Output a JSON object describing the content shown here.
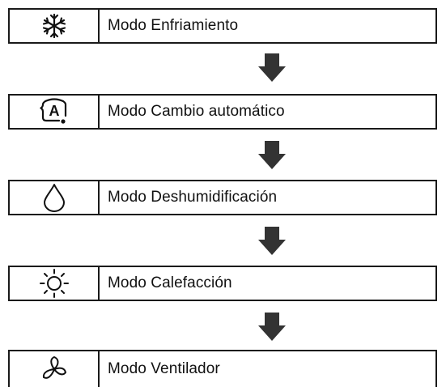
{
  "modes": [
    {
      "label": "Modo Enfriamiento",
      "icon": "snowflake-icon"
    },
    {
      "label": "Modo Cambio automático",
      "icon": "auto-mode-icon",
      "icon_text": "A"
    },
    {
      "label": "Modo Deshumidificación",
      "icon": "water-drop-icon"
    },
    {
      "label": "Modo Calefacción",
      "icon": "sun-icon"
    },
    {
      "label": "Modo Ventilador",
      "icon": "fan-icon"
    }
  ],
  "colors": {
    "line": "#1a1a1a",
    "arrow": "#333333",
    "background": "#ffffff"
  }
}
